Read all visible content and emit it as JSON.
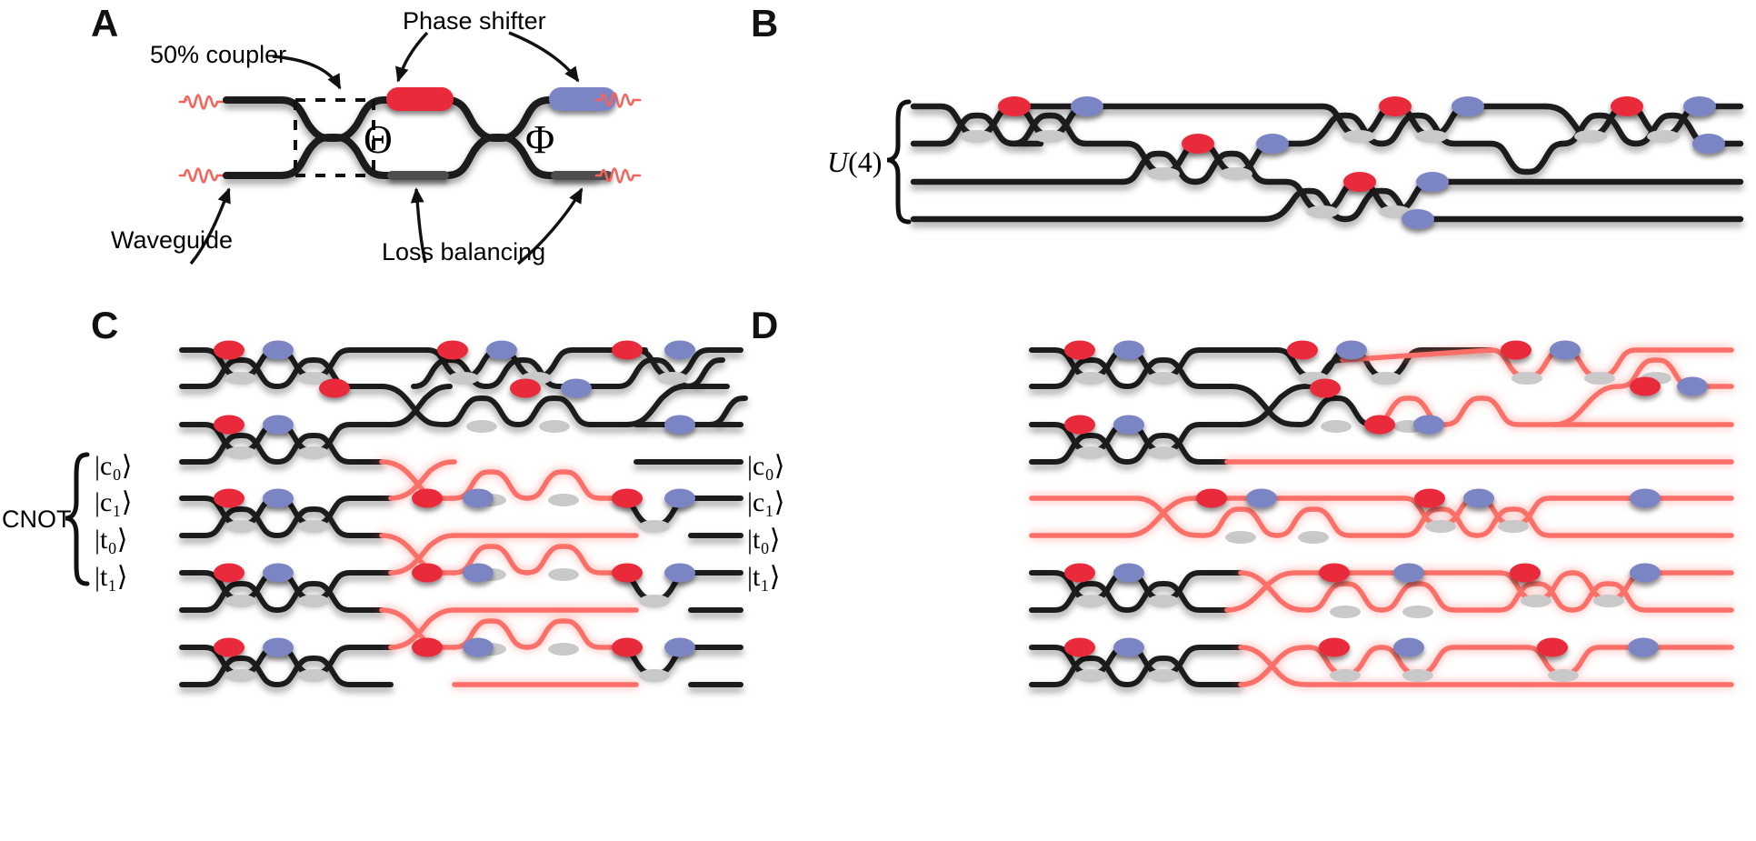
{
  "figure": {
    "panels": [
      {
        "id": "A",
        "letter": "A",
        "title": "Mach-Zehnder interferometer unit cell"
      },
      {
        "id": "B",
        "letter": "B",
        "title": "U(4) universal multiport interferometer"
      },
      {
        "id": "C",
        "letter": "C",
        "title": "CNOT configuration in larger mesh"
      },
      {
        "id": "D",
        "letter": "D",
        "title": "Alternative CNOT configuration in larger mesh"
      }
    ]
  },
  "panelA": {
    "letter": "A",
    "labels": {
      "coupler": "50% coupler",
      "phase_shifter": "Phase shifter",
      "waveguide": "Waveguide",
      "loss_balancing": "Loss balancing"
    },
    "symbols": {
      "theta": "Θ",
      "phi": "Φ"
    },
    "legend": {
      "internal_phase_color": "#e8293a",
      "external_phase_color": "#7b85c4",
      "waveguide_color": "#1a1a1a",
      "loss_balancer_color": "#4d4d4d",
      "pulse_color": "#f4645c"
    }
  },
  "panelB": {
    "letter": "B",
    "group_label": "U(4)",
    "group_label_plain": "U",
    "group_label_arg": "(4)",
    "modes": 4,
    "mzi_count": 6
  },
  "panelC": {
    "letter": "C",
    "gate_label": "CNOT",
    "input_kets": [
      "|c₀⟩",
      "|c₁⟩",
      "|t₀⟩",
      "|t₁⟩"
    ],
    "output_kets": [
      "|c₀⟩",
      "|c₁⟩",
      "|t₀⟩",
      "|t₁⟩"
    ],
    "ket_parts": [
      {
        "sym": "c",
        "sub": "0"
      },
      {
        "sym": "c",
        "sub": "1"
      },
      {
        "sym": "t",
        "sub": "0"
      },
      {
        "sym": "t",
        "sub": "1"
      }
    ],
    "modes": 12,
    "highlight_color": "#fa6f68"
  },
  "panelD": {
    "letter": "D",
    "modes": 12,
    "highlight_color": "#fa6f68"
  },
  "colors": {
    "red_phase": "#e8293a",
    "blue_phase": "#7b85c4",
    "waveguide": "#1a1a1a",
    "highlight": "#fa6f68",
    "loss_grey": "#b5b5b5",
    "shadow": "rgba(0,0,0,0.28)",
    "background": "#ffffff"
  }
}
